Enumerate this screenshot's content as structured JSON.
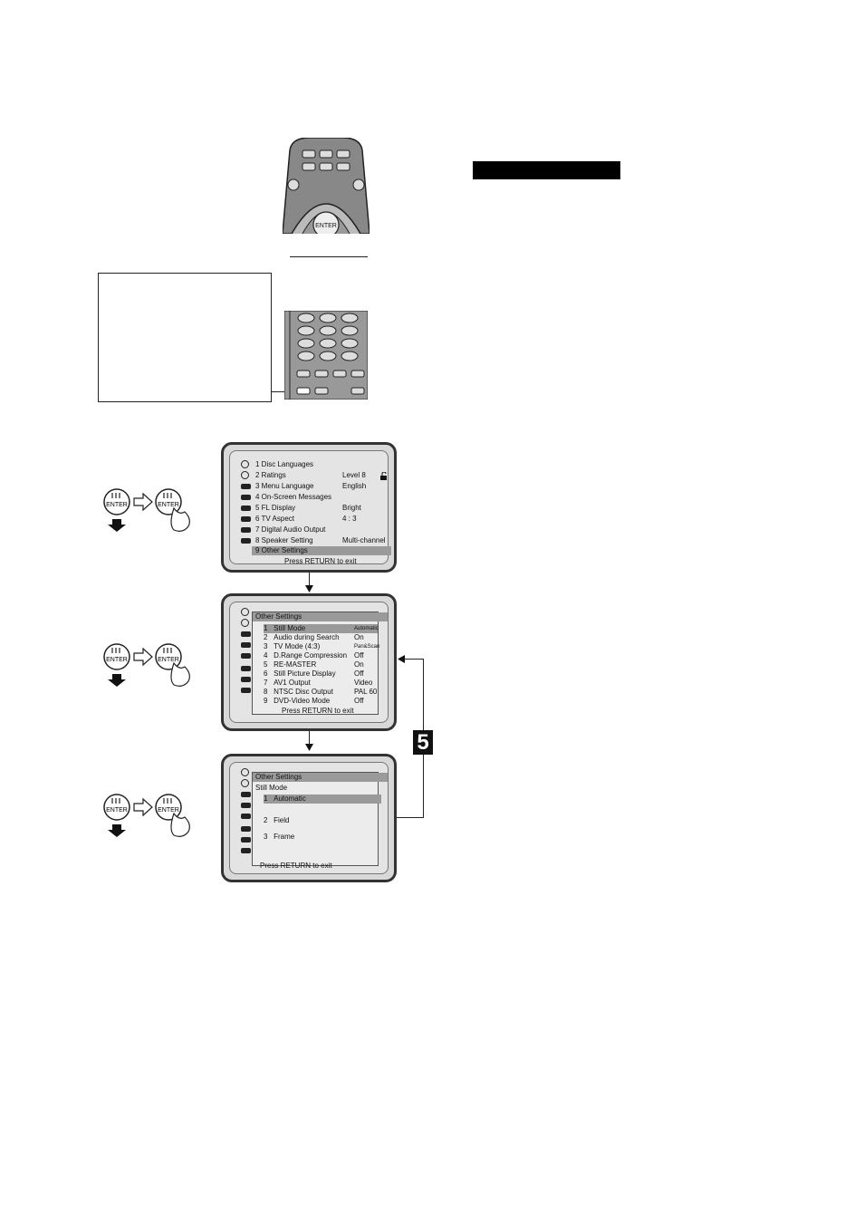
{
  "remote_top": {
    "enter_label": "ENTER"
  },
  "screen1": {
    "items": [
      {
        "label": "1 Disc Languages",
        "value": ""
      },
      {
        "label": "2 Ratings",
        "value": "Level 8"
      },
      {
        "label": "3 Menu Language",
        "value": "English"
      },
      {
        "label": "4 On-Screen Messages",
        "value": ""
      },
      {
        "label": "5 FL Display",
        "value": "Bright"
      },
      {
        "label": "6 TV Aspect",
        "value": "4 : 3"
      },
      {
        "label": "7 Digital Audio Output",
        "value": ""
      },
      {
        "label": "8 Speaker Setting",
        "value": "Multi-channel"
      },
      {
        "label": "9 Other Settings",
        "value": ""
      }
    ],
    "footer": "Press RETURN to exit"
  },
  "screen2": {
    "title": "Other Settings",
    "items": [
      {
        "num": "1",
        "label": "Still Mode",
        "value": "Automatic"
      },
      {
        "num": "2",
        "label": "Audio during Search",
        "value": "On"
      },
      {
        "num": "3",
        "label": "TV Mode (4:3)",
        "value": "Pan&Scan"
      },
      {
        "num": "4",
        "label": "D.Range Compression",
        "value": "Off"
      },
      {
        "num": "5",
        "label": "RE-MASTER",
        "value": "On"
      },
      {
        "num": "6",
        "label": "Still Picture Display",
        "value": "Off"
      },
      {
        "num": "7",
        "label": "AV1 Output",
        "value": "Video"
      },
      {
        "num": "8",
        "label": "NTSC Disc Output",
        "value": "PAL 60"
      },
      {
        "num": "9",
        "label": "DVD-Video Mode",
        "value": "Off"
      }
    ],
    "footer": "Press RETURN to exit"
  },
  "screen3": {
    "title": "Other Settings",
    "subtitle": "Still Mode",
    "items": [
      {
        "num": "1",
        "label": "Automatic"
      },
      {
        "num": "2",
        "label": "Field"
      },
      {
        "num": "3",
        "label": "Frame"
      }
    ],
    "footer": "Press RETURN to exit"
  },
  "buttons": {
    "enter_label": "ENTER"
  },
  "step": {
    "number": "5"
  }
}
